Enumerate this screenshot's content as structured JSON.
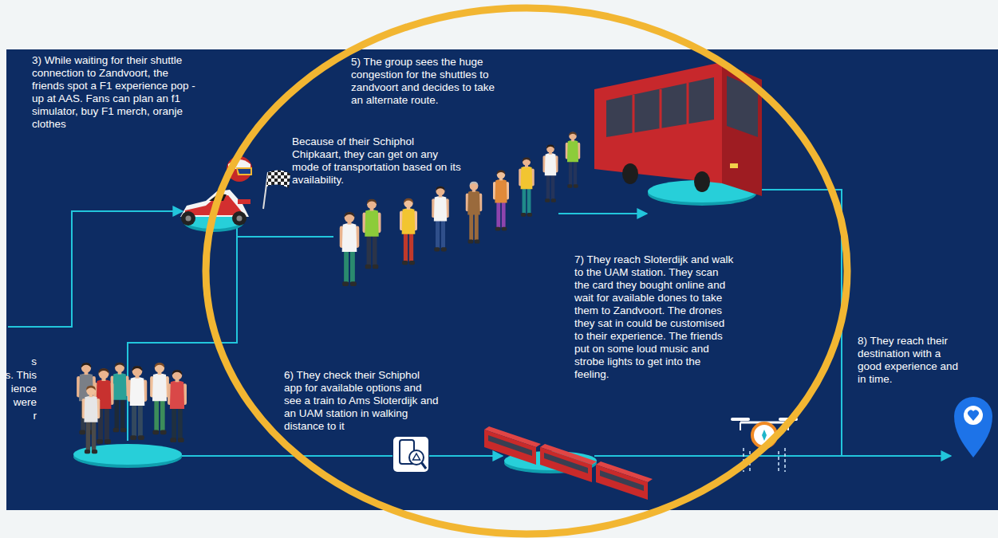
{
  "diagram": {
    "labels": [
      "3) While waiting for their shuttle connection to Zandvoort, the friends spot a F1 experience pop - up at AAS. Fans can plan an f1 simulator, buy F1 merch, oranje clothes",
      "s",
      "s. This",
      "ience",
      "were",
      "r",
      "5) The group sees the huge congestion for the shuttles to zandvoort and decides to take an alternate route.",
      "Because of their Schiphol Chipkaart, they can get on any mode of transportation based on its availability.",
      "6) They check their Schiphol app for available options and see a train to Ams Sloterdijk and an UAM station in walking distance to it",
      "7) They reach Sloterdijk and walk to the UAM station. They scan the card they bought online and wait for available dones to take them to Zandvoort. The drones they sat in could be customised to their experience. The friends put on some loud music and strobe lights to get into the feeling.",
      "8) They reach their destination with a good experience and in time."
    ]
  }
}
